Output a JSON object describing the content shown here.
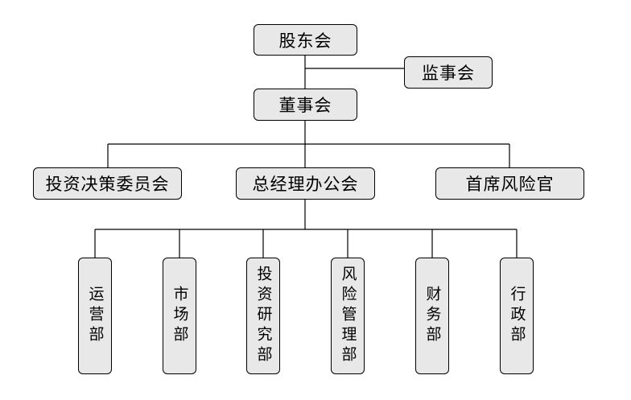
{
  "colors": {
    "node_fill": "#e8e8e8",
    "border": "#000000",
    "line": "#000000",
    "background": "#ffffff"
  },
  "nodes": {
    "shareholders": "股东会",
    "supervisors": "监事会",
    "board": "董事会",
    "investment_committee": "投资决策委员会",
    "gm_office": "总经理办公会",
    "cro": "首席风险官"
  },
  "departments": [
    {
      "id": "operations",
      "label": "运营部"
    },
    {
      "id": "marketing",
      "label": "市场部"
    },
    {
      "id": "research",
      "label": "投资研究部"
    },
    {
      "id": "risk",
      "label": "风险管理部"
    },
    {
      "id": "finance",
      "label": "财务部"
    },
    {
      "id": "admin",
      "label": "行政部"
    }
  ]
}
